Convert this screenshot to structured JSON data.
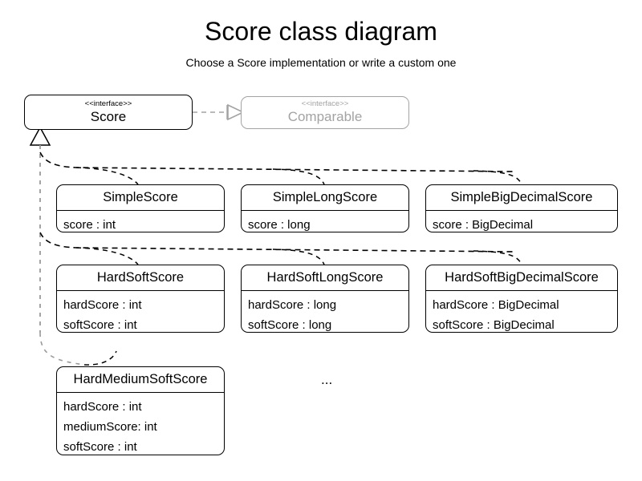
{
  "diagram": {
    "title": "Score class diagram",
    "subtitle": "Choose a Score implementation or write a custom one",
    "ellipsis": "...",
    "colors": {
      "stroke": "#000000",
      "muted_stroke": "#a3a3a3",
      "trunk": "#9a9a9a",
      "background": "#ffffff"
    }
  },
  "interfaces": {
    "score": {
      "stereotype": "<<interface>>",
      "name": "Score"
    },
    "comparable": {
      "stereotype": "<<interface>>",
      "name": "Comparable"
    }
  },
  "classes": [
    {
      "id": "simple-score",
      "name": "SimpleScore",
      "attributes": [
        "score : int"
      ]
    },
    {
      "id": "simple-long-score",
      "name": "SimpleLongScore",
      "attributes": [
        "score : long"
      ]
    },
    {
      "id": "simple-big-decimal-score",
      "name": "SimpleBigDecimalScore",
      "attributes": [
        "score : BigDecimal"
      ]
    },
    {
      "id": "hard-soft-score",
      "name": "HardSoftScore",
      "attributes": [
        "hardScore : int",
        "softScore : int"
      ]
    },
    {
      "id": "hard-soft-long-score",
      "name": "HardSoftLongScore",
      "attributes": [
        "hardScore : long",
        "softScore : long"
      ]
    },
    {
      "id": "hard-soft-big-decimal-score",
      "name": "HardSoftBigDecimalScore",
      "attributes": [
        "hardScore : BigDecimal",
        "softScore : BigDecimal"
      ]
    },
    {
      "id": "hard-medium-soft-score",
      "name": "HardMediumSoftScore",
      "attributes": [
        "hardScore : int",
        "mediumScore: int",
        "softScore : int"
      ]
    }
  ],
  "relationships": [
    {
      "type": "realization",
      "from": "Score",
      "to": "Comparable",
      "style": "dashed-hollow-triangle"
    },
    {
      "type": "realization",
      "from": "SimpleScore",
      "to": "Score",
      "style": "dashed-hollow-triangle"
    },
    {
      "type": "realization",
      "from": "SimpleLongScore",
      "to": "Score",
      "style": "dashed-hollow-triangle"
    },
    {
      "type": "realization",
      "from": "SimpleBigDecimalScore",
      "to": "Score",
      "style": "dashed-hollow-triangle"
    },
    {
      "type": "realization",
      "from": "HardSoftScore",
      "to": "Score",
      "style": "dashed-hollow-triangle"
    },
    {
      "type": "realization",
      "from": "HardSoftLongScore",
      "to": "Score",
      "style": "dashed-hollow-triangle"
    },
    {
      "type": "realization",
      "from": "HardSoftBigDecimalScore",
      "to": "Score",
      "style": "dashed-hollow-triangle"
    },
    {
      "type": "realization",
      "from": "HardMediumSoftScore",
      "to": "Score",
      "style": "dashed-hollow-triangle"
    }
  ]
}
